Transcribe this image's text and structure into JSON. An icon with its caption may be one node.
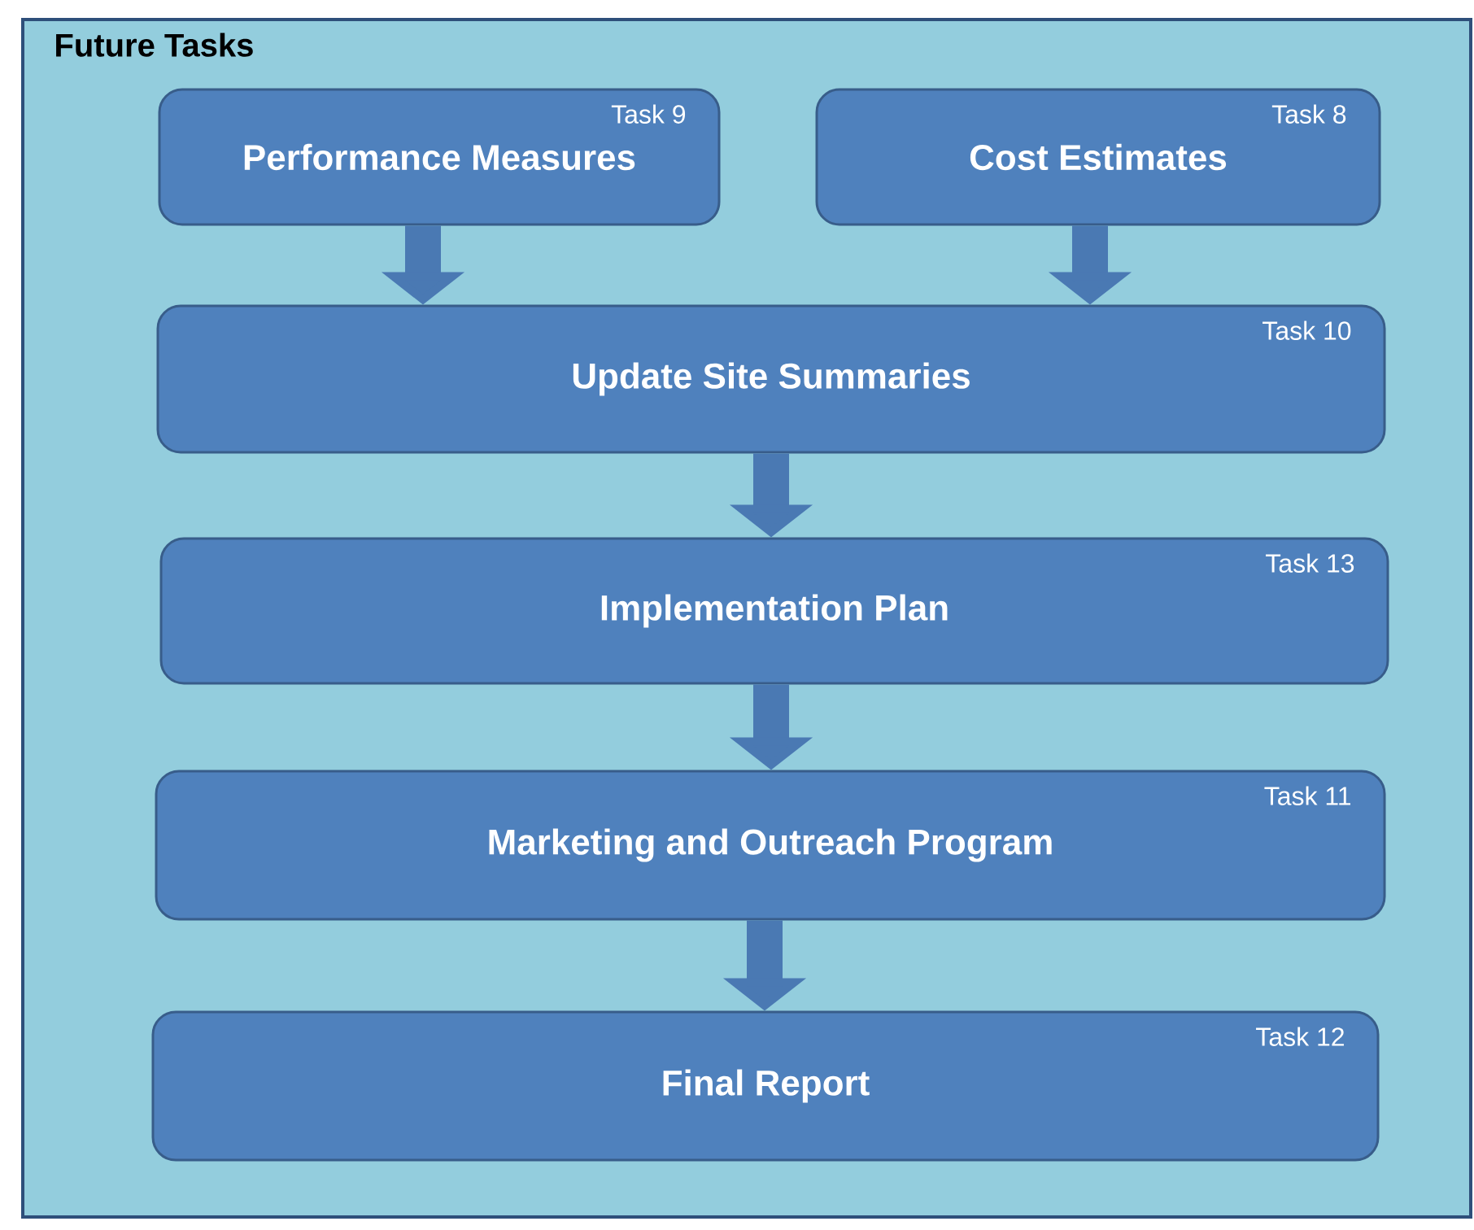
{
  "diagram": {
    "nodes": [
      {
        "text": [
          "Future Tasks"
        ]
      },
      {
        "text": [
          "Task 9",
          "Performance Measures"
        ],
        "in": 0
      },
      {
        "text": [
          "Task 8",
          "Cost Estimates"
        ],
        "in": 0
      },
      {
        "text": [
          "Task 10",
          "Update Site Summaries"
        ],
        "in": 0
      },
      {
        "text": [
          "Task 13",
          "Implementation Plan"
        ],
        "in": 0
      },
      {
        "text": [
          "Task 11",
          "Marketing and Outreach Program"
        ],
        "in": 0
      },
      {
        "text": [
          "Task 12",
          "Final Report"
        ],
        "in": 0
      }
    ],
    "edges": [
      {
        "from": 1,
        "to": 3,
        "arrow": "to"
      },
      {
        "from": 2,
        "to": 3,
        "arrow": "to"
      },
      {
        "from": 3,
        "to": 4,
        "arrow": "to"
      },
      {
        "from": 4,
        "to": 5,
        "arrow": "to"
      },
      {
        "from": 5,
        "to": 6,
        "arrow": "to"
      }
    ]
  }
}
